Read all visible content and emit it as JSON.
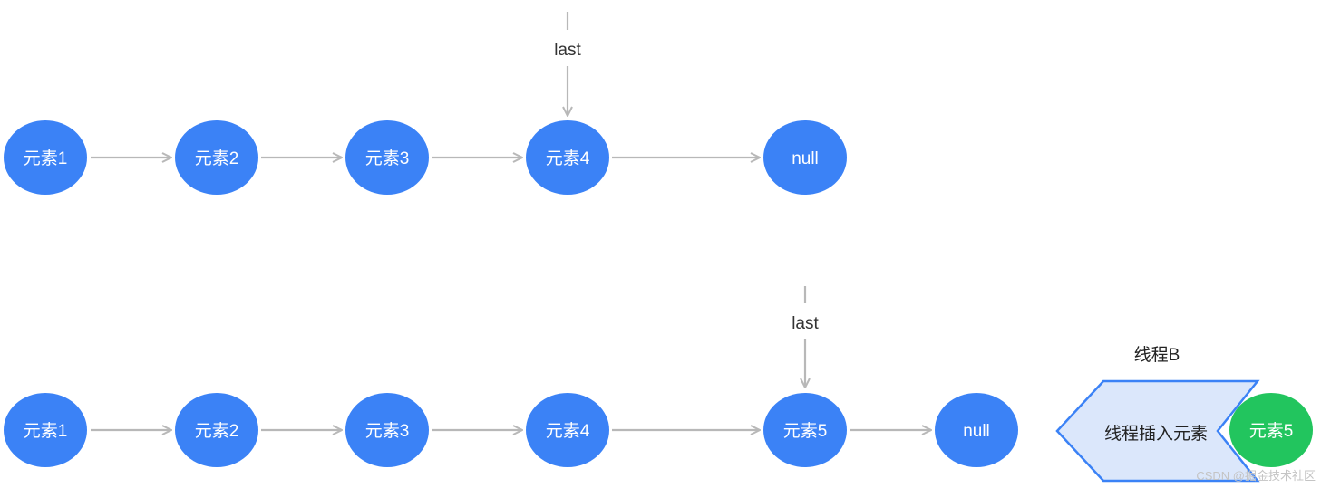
{
  "row1": {
    "nodes": [
      "元素1",
      "元素2",
      "元素3",
      "元素4",
      "null"
    ],
    "pointer": {
      "label": "last",
      "target_index": 3
    }
  },
  "row2": {
    "nodes": [
      "元素1",
      "元素2",
      "元素3",
      "元素4",
      "元素5",
      "null"
    ],
    "pointer": {
      "label": "last",
      "target_index": 4
    }
  },
  "thread": {
    "title": "线程B",
    "action_label": "线程插入元素",
    "new_node": "元素5"
  },
  "watermark": "CSDN @掘金技术社区",
  "colors": {
    "node": "#3b82f6",
    "new_node": "#22c55e",
    "connector": "#b8b8b8",
    "thread_fill": "#dbe7fb",
    "thread_stroke": "#3b82f6"
  }
}
